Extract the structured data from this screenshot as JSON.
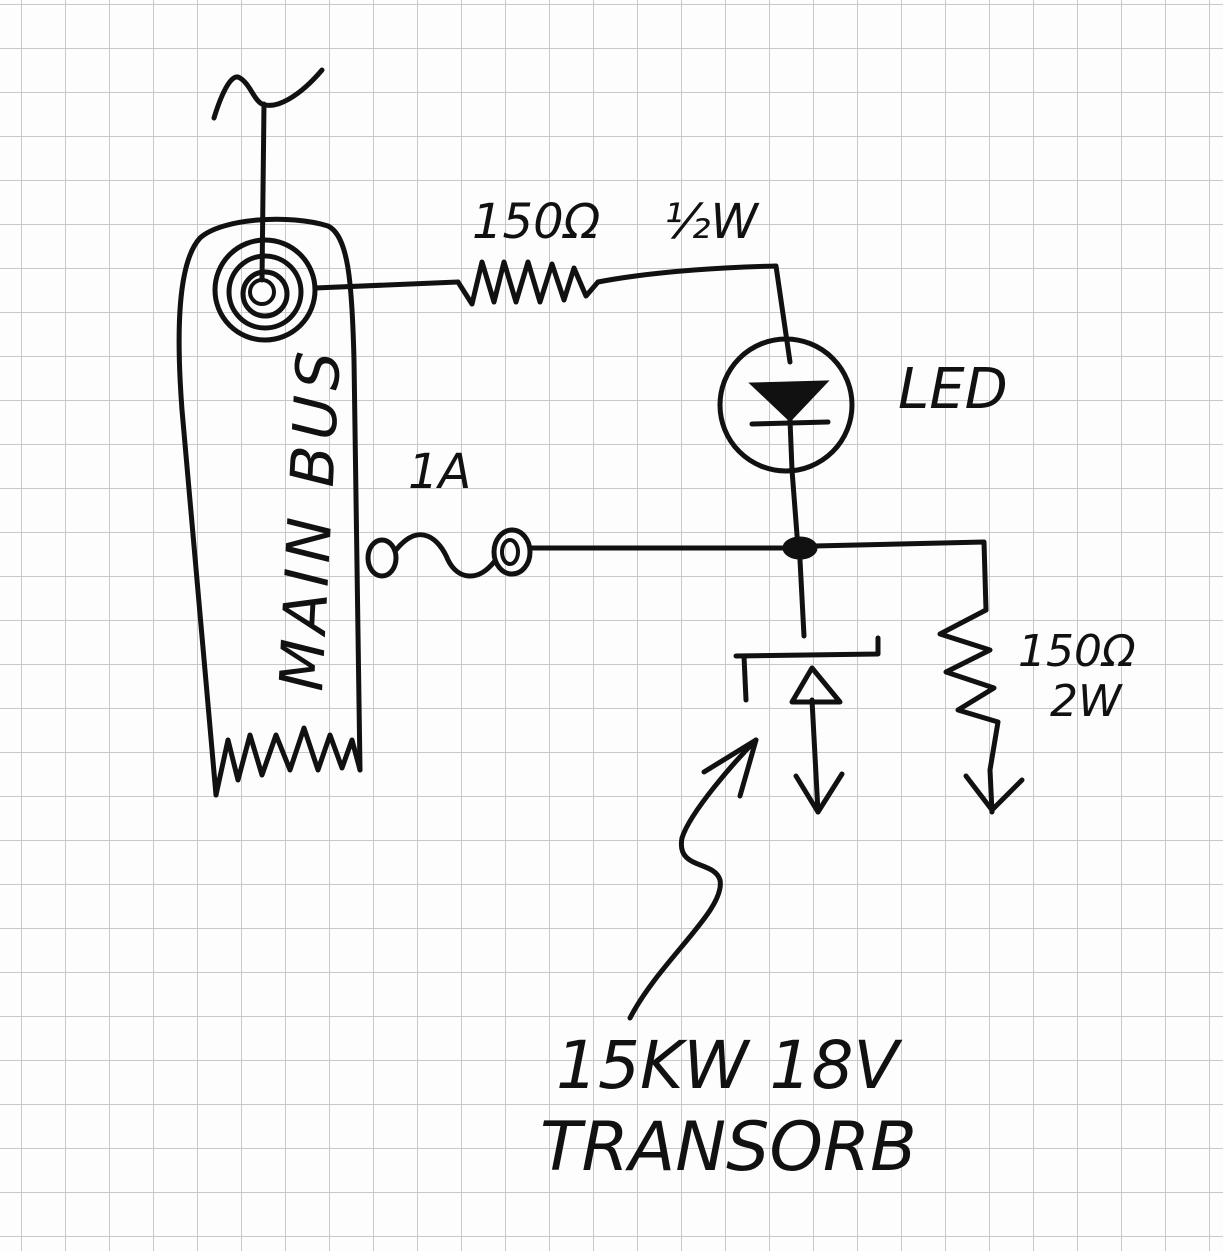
{
  "labels": {
    "main_bus": "MAIN BUS",
    "resistor_top_value": "150Ω",
    "resistor_top_power": "½W",
    "led": "LED",
    "fuse_rating": "1A",
    "resistor_right_value": "150Ω",
    "resistor_right_power": "2W",
    "transorb_line1": "15KW 18V",
    "transorb_line2": "TRANSORB"
  },
  "colors": {
    "ink": "#111111",
    "paper": "#fdfdfd",
    "grid": "#c9c9c9"
  }
}
